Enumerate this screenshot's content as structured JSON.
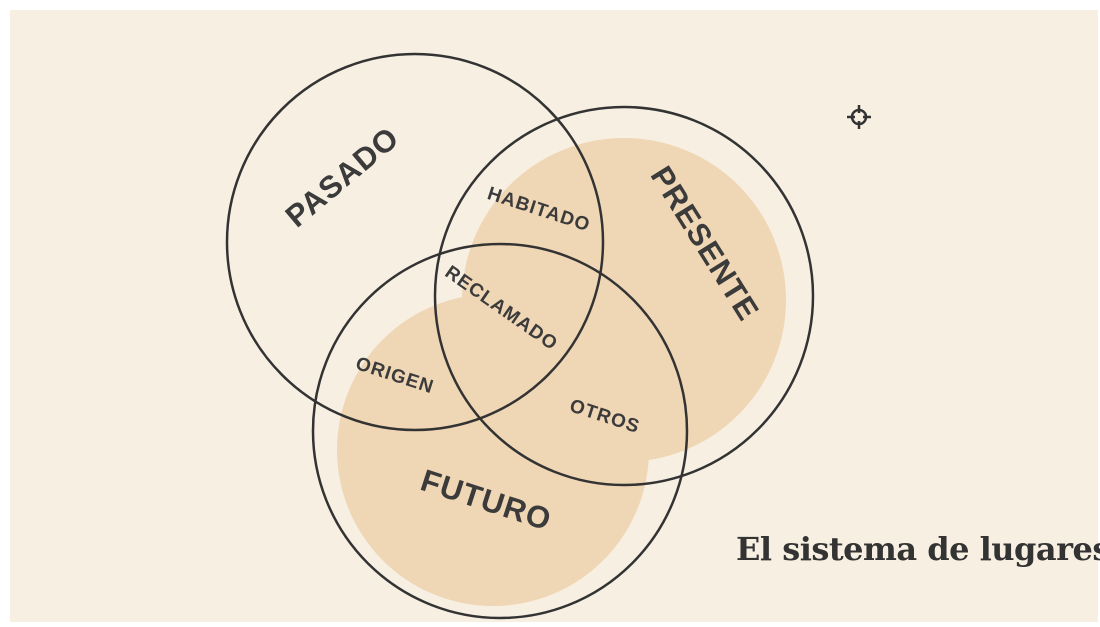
{
  "diagram": {
    "type": "venn",
    "sets": [
      {
        "label": "PASADO"
      },
      {
        "label": "PRESENTE"
      },
      {
        "label": "FUTURO"
      }
    ],
    "intersections": [
      {
        "sets": [
          "PASADO",
          "PRESENTE"
        ],
        "label": "HABITADO"
      },
      {
        "sets": [
          "PASADO",
          "PRESENTE",
          "FUTURO"
        ],
        "label": "RECLAMADO"
      },
      {
        "sets": [
          "PASADO",
          "FUTURO"
        ],
        "label": "ORIGEN"
      },
      {
        "sets": [
          "PRESENTE",
          "FUTURO"
        ],
        "label": "OTROS"
      }
    ],
    "colors": {
      "background": "#f7efe2",
      "fill": "#efd6b4",
      "outline": "#333333",
      "text": "#3b3b3b"
    }
  },
  "icons": {
    "crosshair": "crosshair-icon"
  },
  "title": "El sistema de lugares"
}
